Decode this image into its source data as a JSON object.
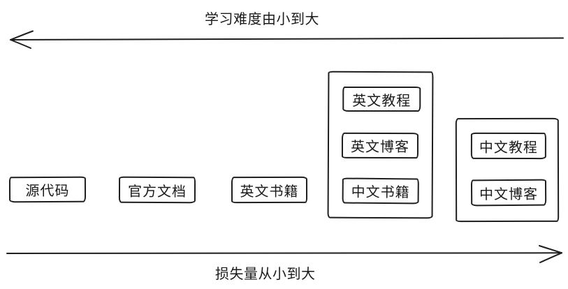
{
  "colors": {
    "ink": "#1e1e1e",
    "background": "#ffffff"
  },
  "axes": {
    "difficulty": {
      "label": "学习难度由小到大",
      "arrow_direction": "left"
    },
    "loss": {
      "label": "损失量从小到大",
      "arrow_direction": "right"
    }
  },
  "items": [
    {
      "label": "源代码"
    },
    {
      "label": "官方文档"
    },
    {
      "label": "英文书籍"
    }
  ],
  "groups": [
    {
      "items": [
        {
          "label": "英文教程"
        },
        {
          "label": "英文博客"
        },
        {
          "label": "中文书籍"
        }
      ]
    },
    {
      "items": [
        {
          "label": "中文教程"
        },
        {
          "label": "中文博客"
        }
      ]
    }
  ]
}
